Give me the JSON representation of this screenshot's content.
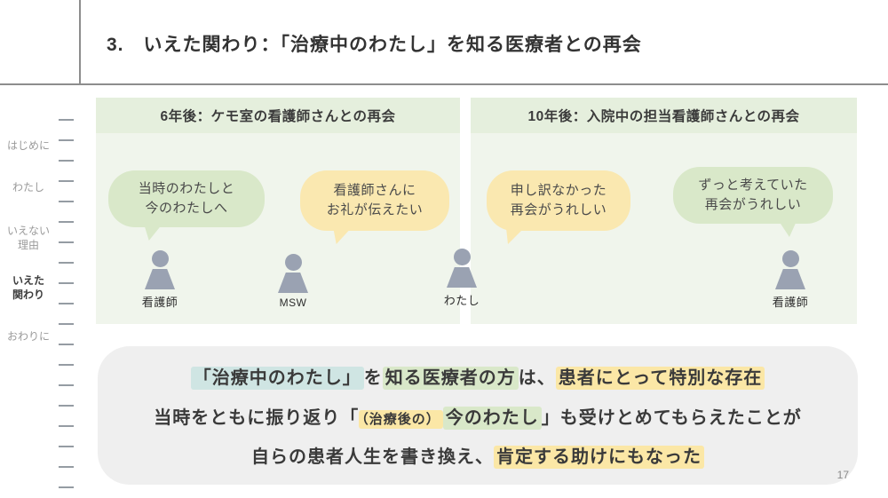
{
  "title": "3.　いえた関わり：「治療中のわたし」を知る医療者との再会",
  "sidebar": {
    "items": [
      {
        "label": "はじめに",
        "active": false
      },
      {
        "label": "わたし",
        "active": false
      },
      {
        "label": "いえない\n理由",
        "active": false
      },
      {
        "label": "いえた\n関わり",
        "active": true
      },
      {
        "label": "おわりに",
        "active": false
      }
    ]
  },
  "panels": [
    {
      "header": "6年後：ケモ室の看護師さんとの再会",
      "bubbles": [
        {
          "text": "当時のわたしと\n今のわたしへ",
          "color": "green"
        },
        {
          "text": "看護師さんに\nお礼が伝えたい",
          "color": "yellow"
        }
      ],
      "persons": [
        {
          "label": "看護師"
        },
        {
          "label": "MSW"
        }
      ]
    },
    {
      "header": "10年後：入院中の担当看護師さんとの再会",
      "bubbles": [
        {
          "text": "申し訳なかった\n再会がうれしい",
          "color": "yellow"
        },
        {
          "text": "ずっと考えていた\n再会がうれしい",
          "color": "green"
        }
      ],
      "persons": [
        {
          "label": "わたし"
        },
        {
          "label": "看護師"
        }
      ]
    }
  ],
  "summary": {
    "lines": [
      {
        "segments": [
          {
            "text": "「治療中のわたし」",
            "hl": "teal"
          },
          {
            "text": "を",
            "hl": "none"
          },
          {
            "text": "知る医療者の方",
            "hl": "green"
          },
          {
            "text": "は、",
            "hl": "none"
          },
          {
            "text": "患者にとって特別な存在",
            "hl": "yellow"
          }
        ]
      },
      {
        "segments": [
          {
            "text": "当時をともに振り返り「",
            "hl": "none"
          },
          {
            "text": "（治療後の）",
            "hl": "yellow",
            "small": true
          },
          {
            "text": "今のわたし",
            "hl": "green"
          },
          {
            "text": "」も受けとめてもらえたことが",
            "hl": "none"
          }
        ]
      },
      {
        "segments": [
          {
            "text": "自らの患者人生を書き換え、",
            "hl": "none"
          },
          {
            "text": "肯定する助けにもなった",
            "hl": "yellow"
          }
        ]
      }
    ]
  },
  "page_number": "17",
  "colors": {
    "highlight_teal": "#cfe5e3",
    "highlight_green": "#d9e8c9",
    "highlight_yellow": "#fbe7a6",
    "bubble_green": "#d9e8c9",
    "bubble_yellow": "#fae8b0",
    "panel_bg": "#f0f5ec",
    "panel_header_bg": "#e5efdd",
    "person_gray": "#9aa2b2",
    "summary_bg": "#efefef"
  }
}
